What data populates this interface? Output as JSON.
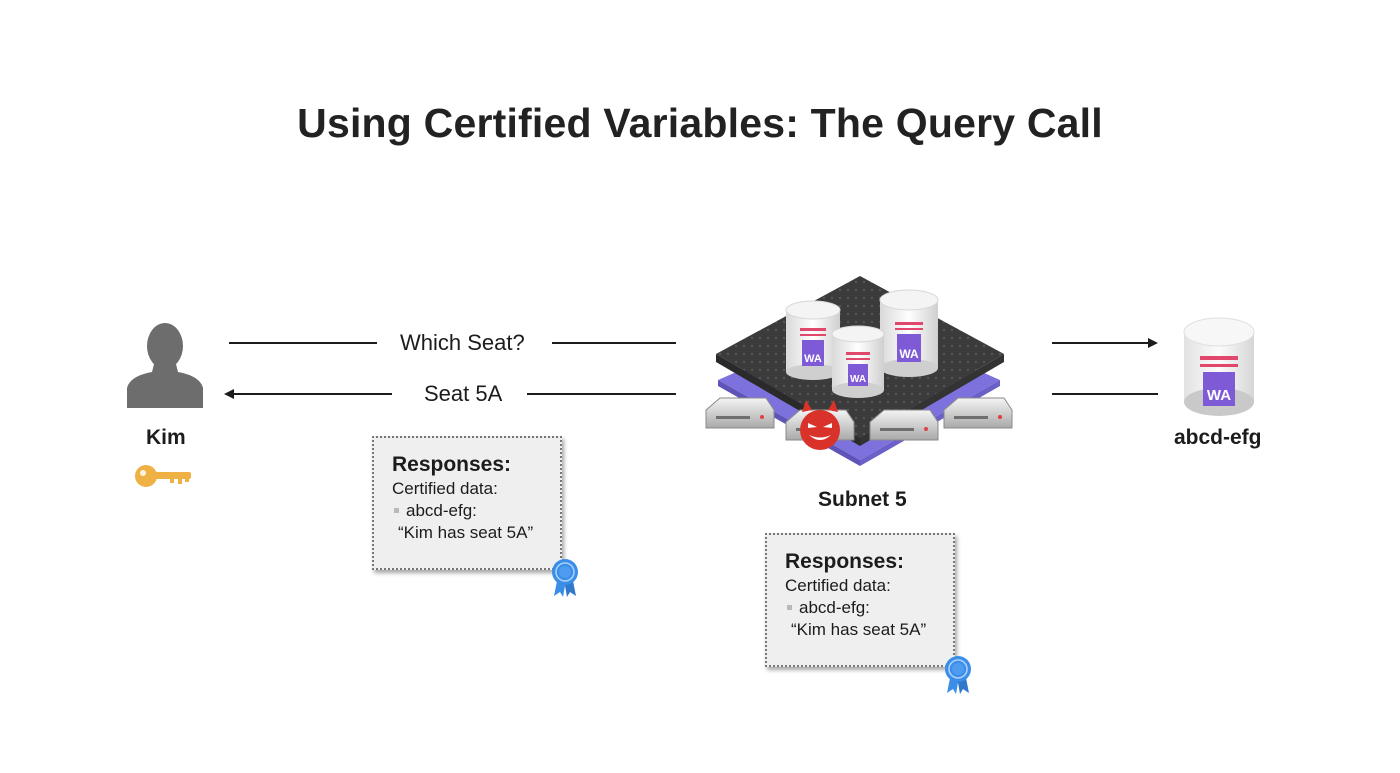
{
  "title": "Using Certified Variables: The Query Call",
  "user": {
    "name": "Kim"
  },
  "messages": {
    "request": "Which Seat?",
    "response": "Seat 5A"
  },
  "subnet": {
    "label": "Subnet 5",
    "canister_badge": "WA"
  },
  "canister": {
    "name": "abcd-efg",
    "badge": "WA"
  },
  "responses": [
    {
      "title": "Responses:",
      "subtitle": "Certified data:",
      "key": "abcd-efg:",
      "value": "“Kim has seat 5A”"
    },
    {
      "title": "Responses:",
      "subtitle": "Certified data:",
      "key": "abcd-efg:",
      "value": "“Kim has seat 5A”"
    }
  ],
  "icons": [
    "user-icon",
    "key-icon",
    "subnet-icon",
    "malicious-node-icon",
    "canister-icon",
    "certified-ribbon-icon"
  ],
  "colors": {
    "key": "#f0b144",
    "ribbon": "#3b8ee8",
    "canister_purple": "#7e5ad6",
    "stripe_pink": "#e0476a",
    "devil_red": "#d8322a",
    "subnet_purple": "#7d72dd"
  }
}
